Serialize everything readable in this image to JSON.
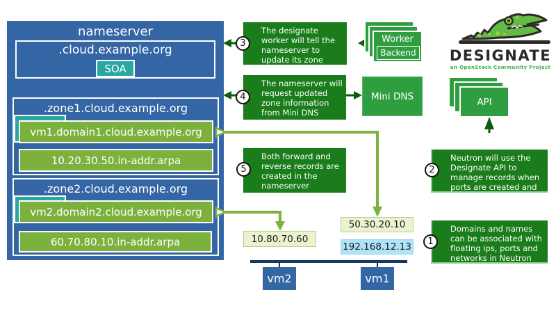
{
  "nameserver": {
    "title": "nameserver",
    "root": {
      "label": ".cloud.example.org",
      "record": "SOA"
    },
    "zones": [
      {
        "label": ".zone1.cloud.example.org",
        "forward": "vm1.domain1.cloud.example.org",
        "reverse": "10.20.30.50.in-addr.arpa"
      },
      {
        "label": ".zone2.cloud.example.org",
        "forward": "vm2.domain2.cloud.example.org",
        "reverse": "60.70.80.10.in-addr.arpa"
      }
    ]
  },
  "notes": [
    {
      "number": "1",
      "text": "Domains and names can be associated with floating ips, ports and networks in Neutron"
    },
    {
      "number": "2",
      "text": "Neutron will use the Designate API to manage records when ports are created and destroyed"
    },
    {
      "number": "3",
      "text": "The designate worker will tell the nameserver to update its zone information"
    },
    {
      "number": "4",
      "text": "The nameserver will request updated zone information from Mini DNS"
    },
    {
      "number": "5",
      "text": "Both forward and reverse records are created in the nameserver"
    }
  ],
  "components": {
    "worker": "Worker",
    "backend": "Backend",
    "mini_dns": "Mini DNS",
    "api": "API"
  },
  "logo": {
    "title": "DESIGNATE",
    "subtitle": "an OpenStack Community Project",
    "mascot": "crocodile"
  },
  "network": {
    "vm2_ip": "10.80.70.60",
    "vm1_floating_ip": "50.30.20.10",
    "vm1_fixed_ip": "192.168.12.13",
    "vm2_label": "vm2",
    "vm1_label": "vm1"
  },
  "colors": {
    "blue": "#3465a4",
    "olive_green": "#7cb13e",
    "teal": "#29a8a2",
    "note_green": "#1a7c1a",
    "component_green": "#2f9e41",
    "arrow_dark_green": "#0b5e0b",
    "pale_green_label": "#e9f3cf",
    "light_blue_label": "#aee3f9",
    "network_navy": "#17375e",
    "logo_text": "#2d2926",
    "logo_subtitle_green": "#3cb54a"
  }
}
